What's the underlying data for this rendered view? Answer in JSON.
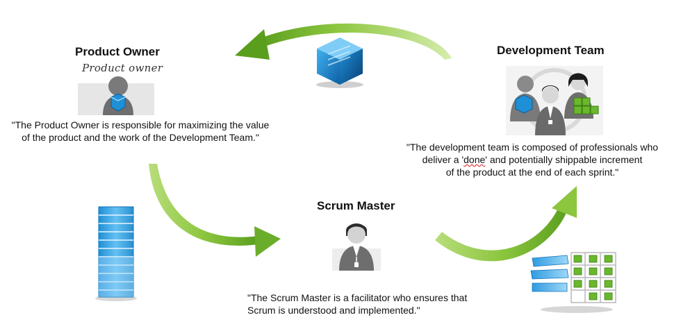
{
  "product_owner": {
    "title": "Product Owner",
    "handwritten_label": "Product owner",
    "quote_line1": "\"The Product Owner is responsible for maximizing the value",
    "quote_line2": "of the product and the work of the Development Team.\""
  },
  "development_team": {
    "title": "Development Team",
    "quote_line1": "\"The development team is composed of  professionals who",
    "quote_line2_pre": "deliver a '",
    "quote_line2_mark": "done",
    "quote_line2_post": "' and potentially shippable increment",
    "quote_line3": "of the product at the end of each sprint.\""
  },
  "scrum_master": {
    "title": "Scrum Master",
    "quote_line1": "\"The Scrum Master is a facilitator who ensures that",
    "quote_line2": "Scrum is understood and implemented.\""
  },
  "colors": {
    "arrow_green": "#8cc63f",
    "arrow_dark": "#5a9e1e",
    "cube_blue": "#1f8fd6",
    "figure_gray": "#7a7a7a"
  },
  "icons": [
    "blue-cube-icon",
    "backlog-stack-icon",
    "task-board-icon",
    "product-owner-figure-icon",
    "development-team-figures-icon",
    "scrum-master-figure-icon",
    "cycle-arrow-icon"
  ]
}
